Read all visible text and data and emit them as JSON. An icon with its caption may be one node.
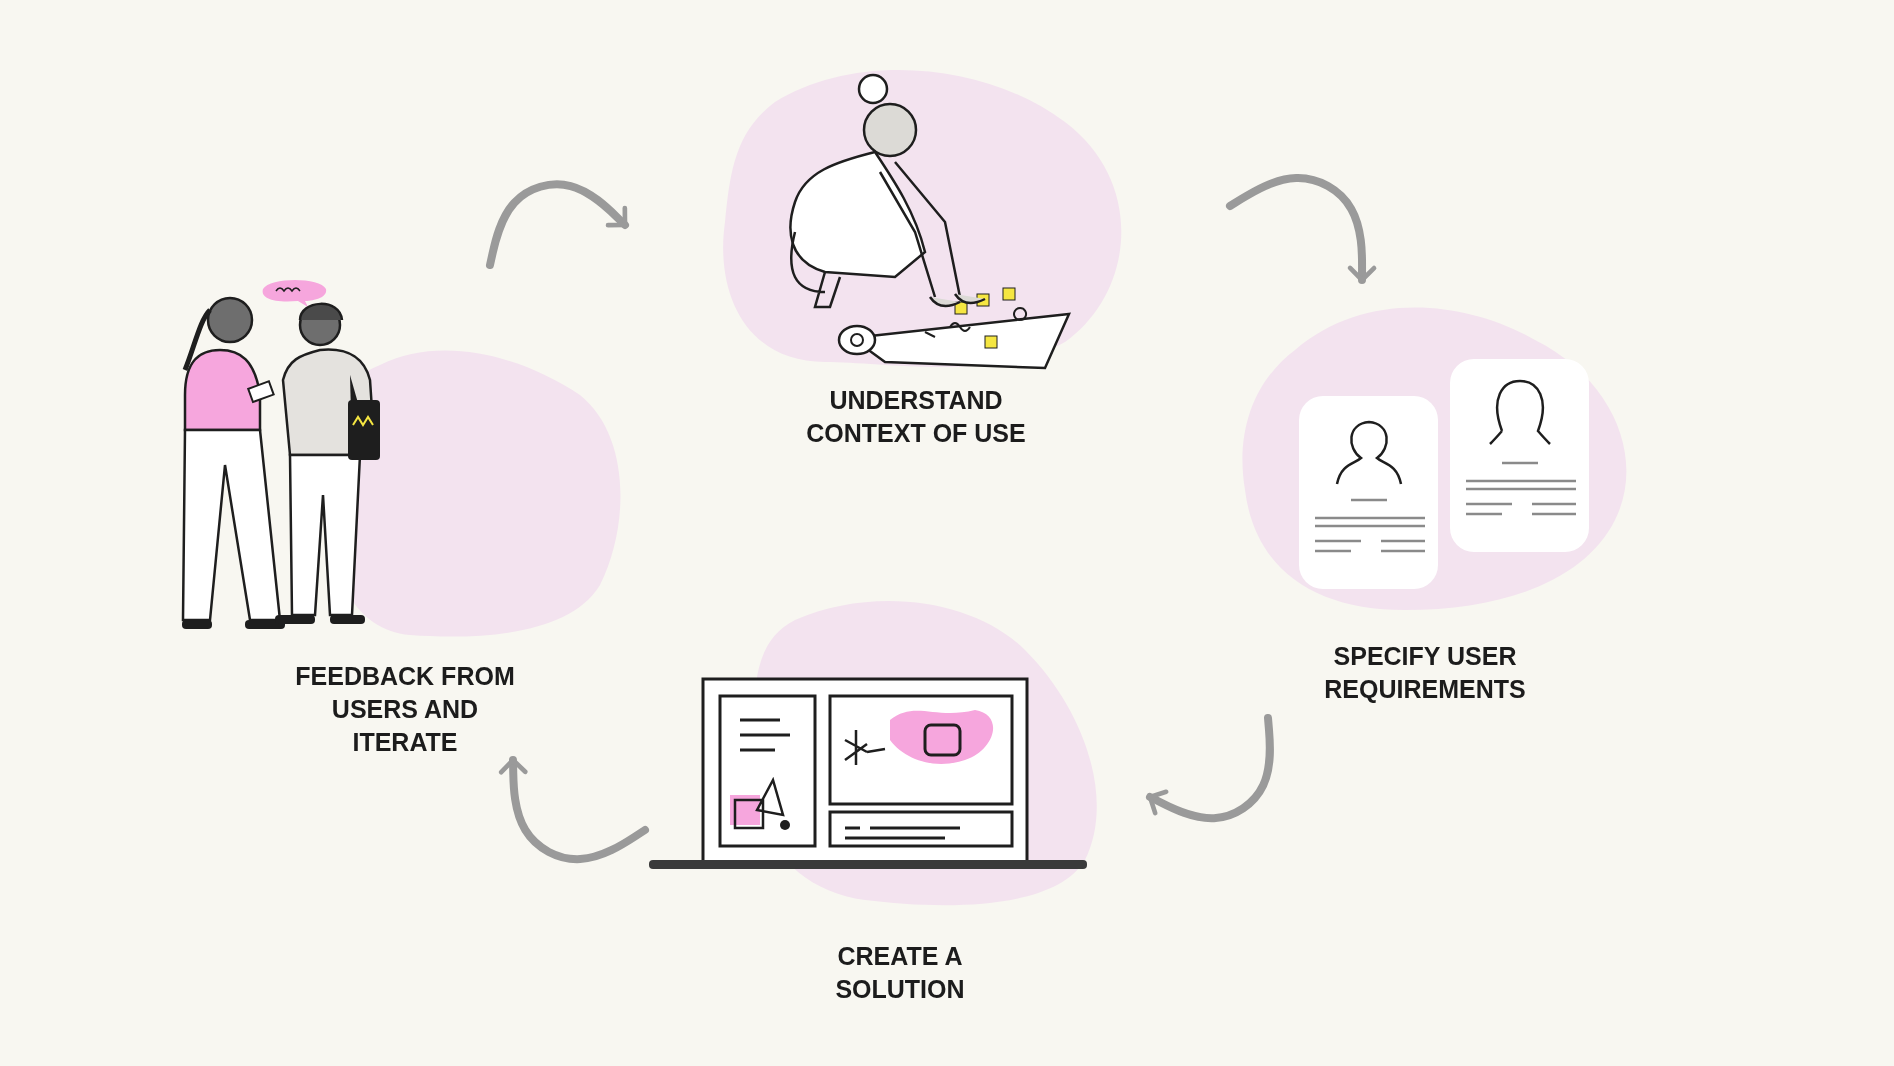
{
  "diagram": {
    "nodes": [
      {
        "text": [
          "UNDERSTAND CONTEXT OF USE"
        ]
      },
      {
        "text": [
          "SPECIFY USER REQUIREMENTS"
        ]
      },
      {
        "text": [
          "CREATE A SOLUTION"
        ]
      },
      {
        "text": [
          "FEEDBACK FROM USERS AND ITERATE"
        ]
      }
    ],
    "edges": [
      {
        "from": 3,
        "to": 0,
        "arrow": "to"
      },
      {
        "from": 0,
        "to": 1,
        "arrow": "to"
      },
      {
        "from": 1,
        "to": 2,
        "arrow": "to"
      },
      {
        "from": 2,
        "to": 3,
        "arrow": "to"
      }
    ]
  }
}
